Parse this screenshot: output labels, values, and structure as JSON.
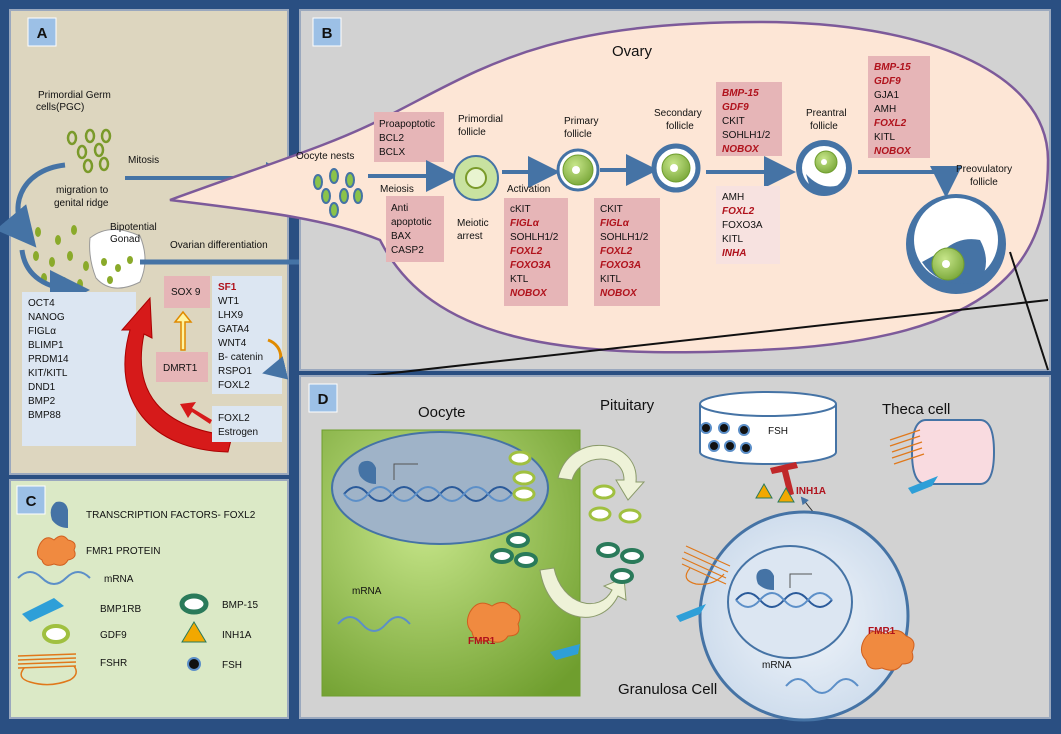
{
  "panels": {
    "A": "A",
    "B": "B",
    "C": "C",
    "D": "D"
  },
  "panelA": {
    "pgc": [
      "Primordial Germ",
      "cells(PGC)"
    ],
    "mitosis": "Mitosis",
    "migration": [
      "migration to",
      "genital ridge"
    ],
    "bipotential": [
      "Bipotential",
      "Gonad"
    ],
    "ovarian_diff": "Ovarian differentiation",
    "genes_left": [
      "OCT4",
      "NANOG",
      "FIGLα",
      "BLIMP1",
      "PRDM14",
      "KIT/KITL",
      "DND1",
      "BMP2",
      "BMP88"
    ],
    "sox9": "SOX 9",
    "dmrt1": "DMRT1",
    "sf1": "SF1",
    "genes_right": [
      "WT1",
      "LHX9",
      "GATA4",
      "WNT4",
      "B- catenin",
      "RSPO1",
      "FOXL2"
    ],
    "foxl2_estrogen": [
      "FOXL2",
      "Estrogen"
    ]
  },
  "panelB": {
    "title": "Ovary",
    "oocyte_nests": "Oocyte nests",
    "proapoptotic": [
      "Proapoptotic",
      "BCL2",
      "BCLX"
    ],
    "meiosis": "Meiosis",
    "antiapoptotic": [
      "Anti",
      "apoptotic",
      "BAX",
      "CASP2"
    ],
    "primordial": [
      "Primordial",
      "follicle"
    ],
    "meiotic_arrest": [
      "Meiotic",
      "arrest"
    ],
    "activation": "Activation",
    "activation_genes": [
      "cKIT",
      "FIGLα",
      "SOHLH1/2",
      "FOXL2",
      "FOXO3A",
      "KTL",
      "NOBOX"
    ],
    "primary": [
      "Primary",
      "follicle"
    ],
    "primary_genes": [
      "CKIT",
      "FIGLα",
      "SOHLH1/2",
      "FOXL2",
      "FOXO3A",
      "KITL",
      "NOBOX"
    ],
    "secondary": [
      "Secondary",
      "follicle"
    ],
    "secondary_top_genes": [
      "BMP-15",
      "GDF9",
      "CKIT",
      "SOHLH1/2",
      "NOBOX"
    ],
    "secondary_bottom_genes": [
      "AMH",
      "FOXL2",
      "FOXO3A",
      "KITL",
      "INHA"
    ],
    "preantral": [
      "Preantral",
      "follicle"
    ],
    "preantral_genes": [
      "BMP-15",
      "GDF9",
      "GJA1",
      "AMH",
      "FOXL2",
      "KITL",
      "NOBOX"
    ],
    "preovulatory": [
      "Preovulatory",
      "follicle"
    ]
  },
  "panelC": {
    "legend": [
      "TRANSCRIPTION FACTORS- FOXL2",
      "FMR1 PROTEIN",
      "mRNA",
      "BMP1RB",
      "BMP-15",
      "GDF9",
      "INH1A",
      "FSHR",
      "FSH"
    ]
  },
  "panelD": {
    "oocyte": "Oocyte",
    "pituitary": "Pituitary",
    "fsh": "FSH",
    "theca": "Theca cell",
    "inh1a": "INH1A",
    "mrna_left": "mRNA",
    "fmr1_left": "FMR1",
    "fmr1_right": "FMR1",
    "mrna_right": "mRNA",
    "granulosa": "Granulosa Cell"
  },
  "colors": {
    "background": "#2a4f82",
    "panelA_bg": "#ddd6bf",
    "panelB_bg": "#d2d2d2",
    "panelC_bg": "#dbe9c6",
    "ovary_fill": "#fde6d6",
    "ovary_border": "#7d5a9a",
    "arrow": "#4573a5",
    "pink_box": "#e6b5b7",
    "blue_box": "#dce6f2",
    "red_text": "#b0121c",
    "oocyte_green": "#8bc34a",
    "nucleus": "#9fb3c8"
  }
}
